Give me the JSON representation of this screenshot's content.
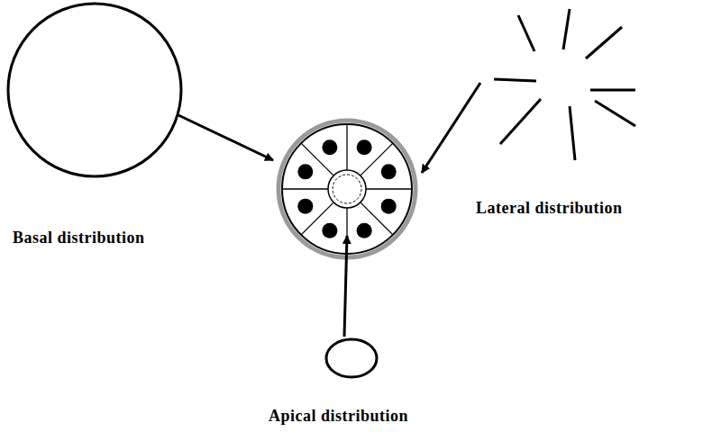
{
  "diagram": {
    "labels": [
      "Basal distribution",
      "Lateral distribution",
      "Apical distribution"
    ]
  }
}
